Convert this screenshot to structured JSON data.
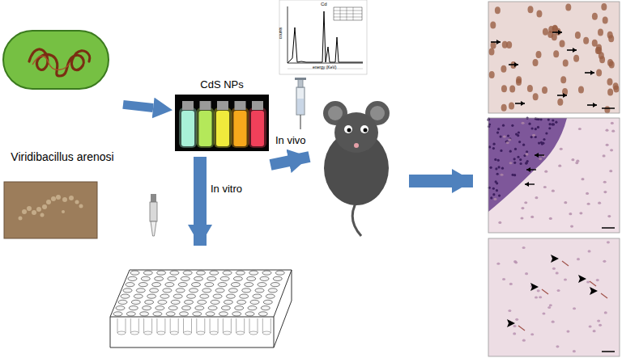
{
  "diagram": {
    "nodes": [
      {
        "text": [
          "Viridibacillus arenosi"
        ]
      },
      {
        "text": [
          "CdS NPs"
        ]
      }
    ],
    "edges": [
      {
        "from": 0,
        "to": 1,
        "arrow": "to"
      }
    ],
    "labels": [
      "In vivo",
      "In vitro",
      "Cd",
      "counts",
      "energy (KeV)"
    ]
  }
}
